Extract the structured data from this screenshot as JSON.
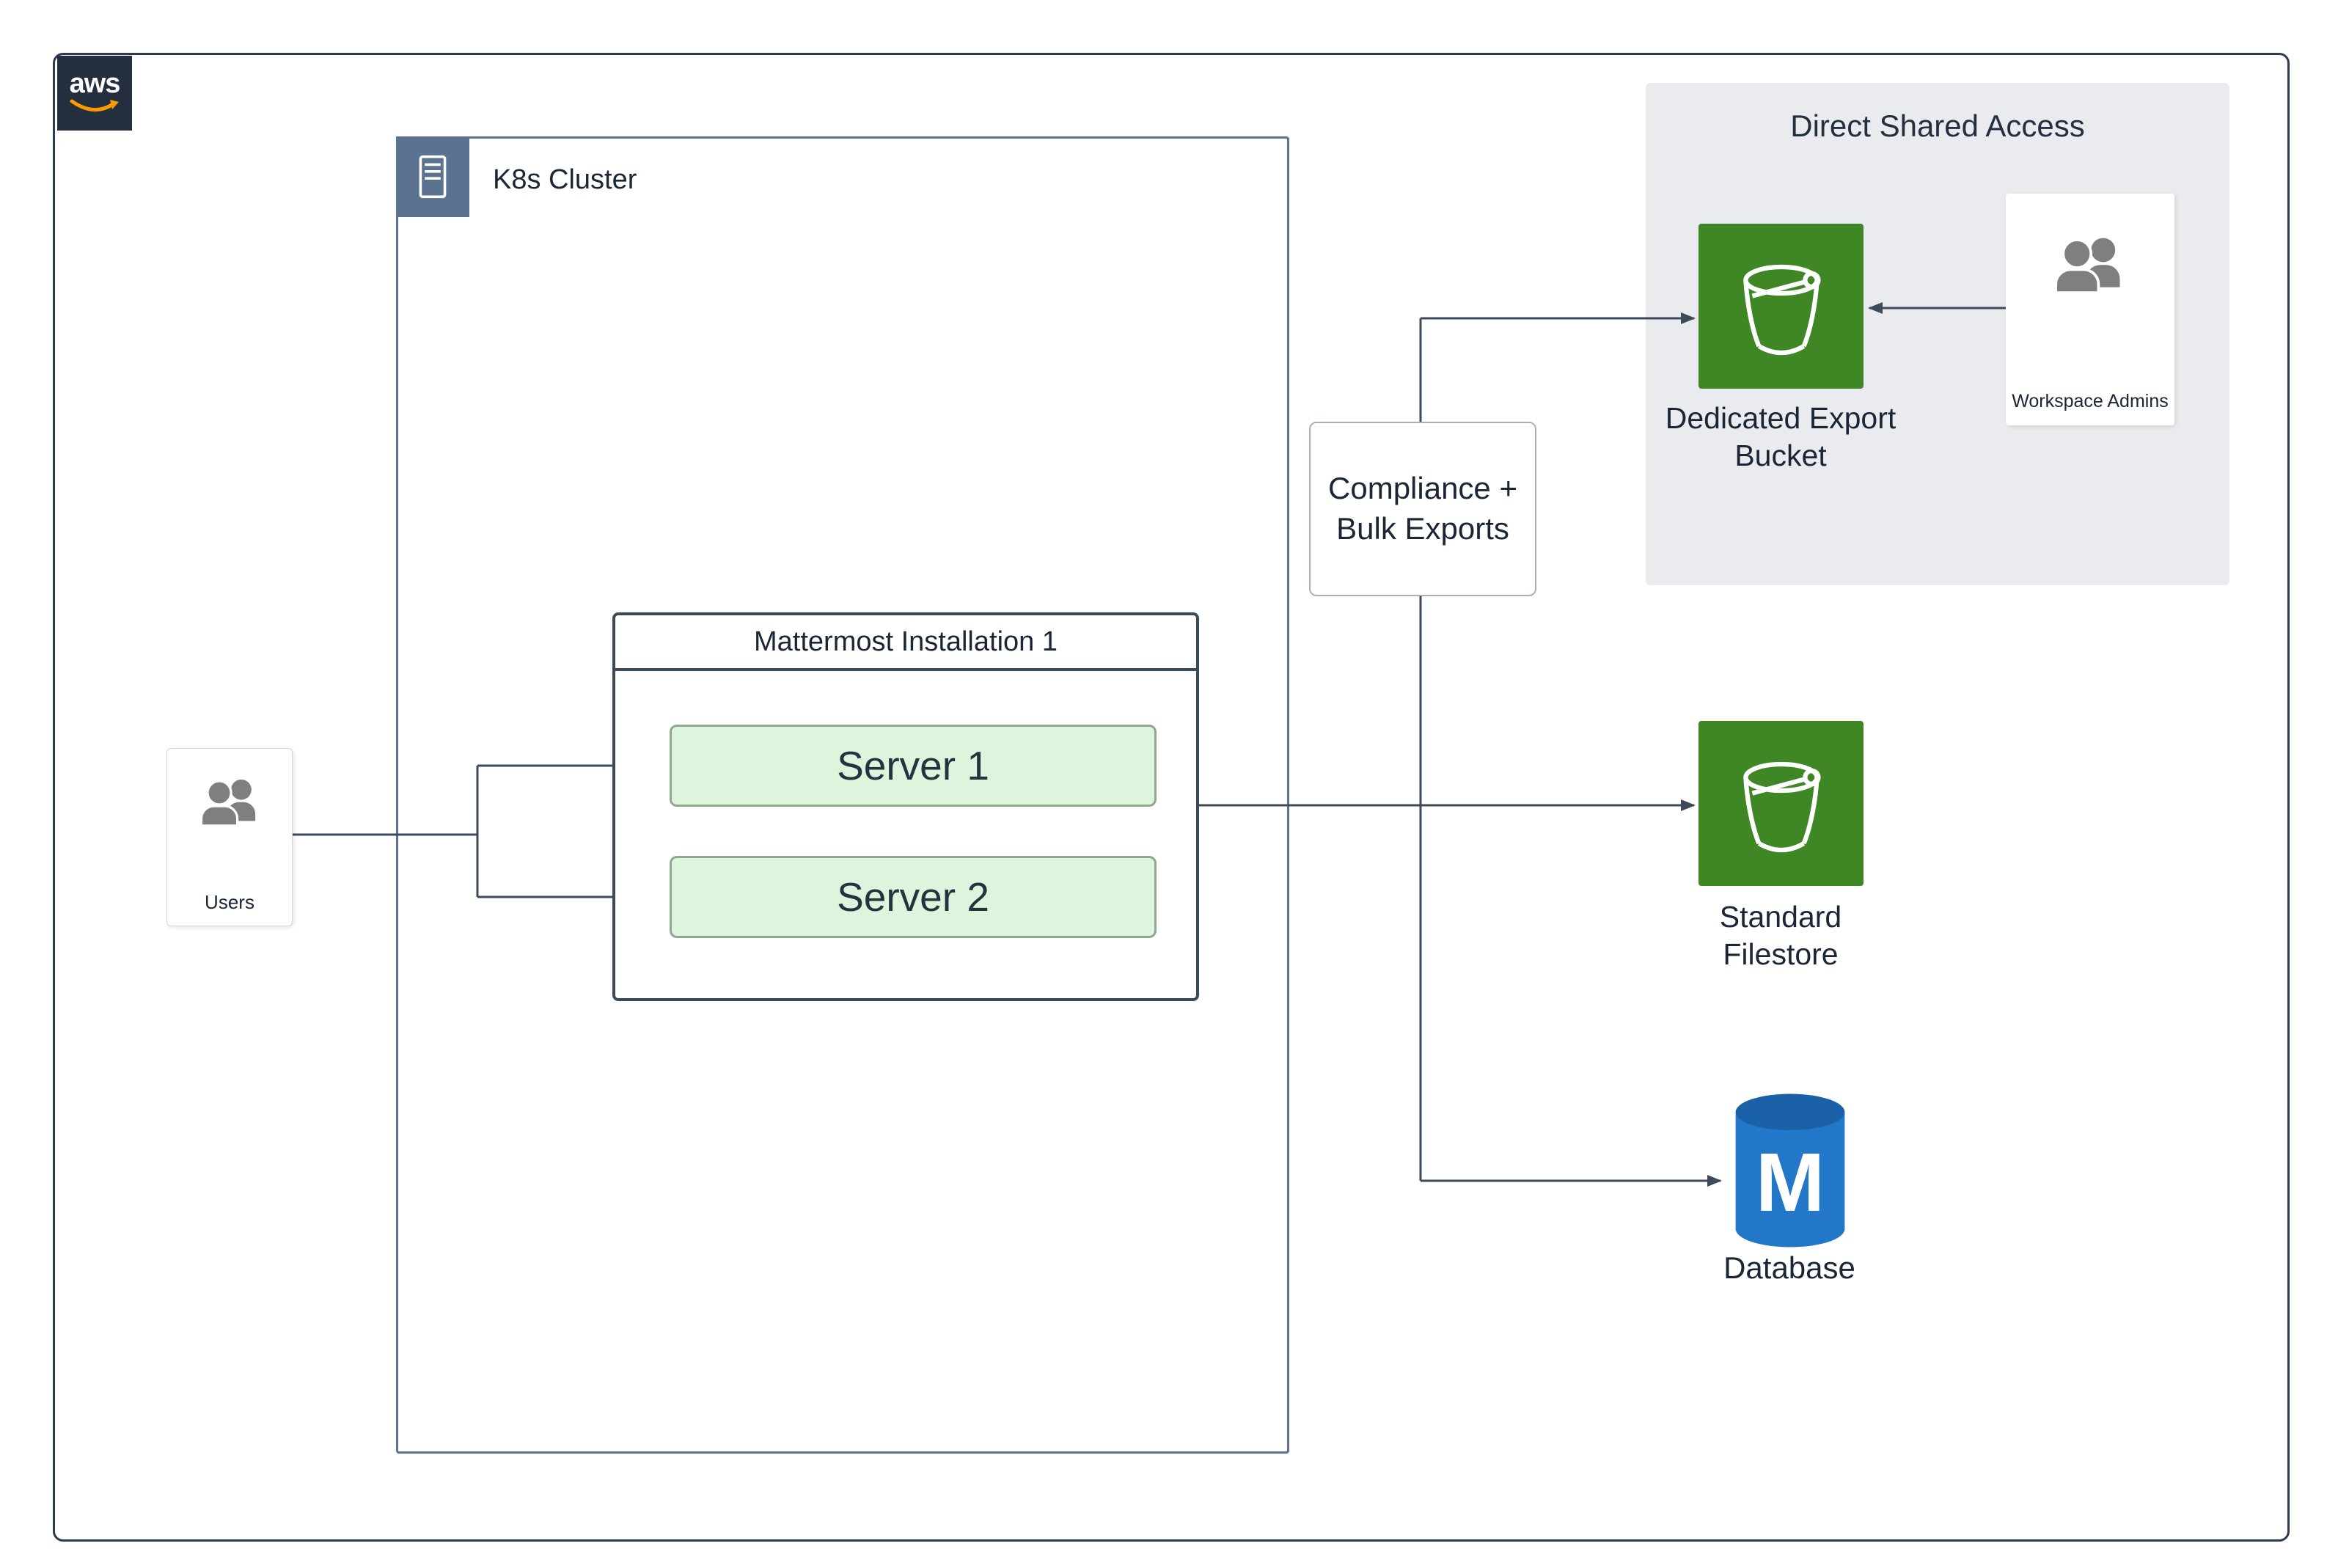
{
  "diagram": {
    "aws_badge": {
      "text": "aws"
    },
    "k8s_cluster": {
      "label": "K8s Cluster"
    },
    "users": {
      "label": "Users"
    },
    "mattermost": {
      "title": "Mattermost Installation 1",
      "servers": [
        {
          "label": "Server 1"
        },
        {
          "label": "Server 2"
        }
      ]
    },
    "compliance": {
      "line1": "Compliance +",
      "line2": "Bulk Exports"
    },
    "direct_shared_access": {
      "title": "Direct Shared Access",
      "bucket": {
        "line1": "Dedicated Export",
        "line2": "Bucket"
      },
      "admins": {
        "label": "Workspace Admins"
      }
    },
    "standard_filestore": {
      "line1": "Standard",
      "line2": "Filestore"
    },
    "database": {
      "label": "Database",
      "letter": "M"
    }
  },
  "colors": {
    "s3_green": "#3F8624",
    "server_fill": "#DCF5DC",
    "k8s_border": "#5B7291",
    "connector": "#3E4A59",
    "panel_gray": "#E9EBEF",
    "database_blue": "#2277C9",
    "database_blue_dark": "#1A61A8",
    "aws_navy": "#232F3E",
    "aws_orange": "#FF9900",
    "people_gray": "#7F7F7F"
  }
}
